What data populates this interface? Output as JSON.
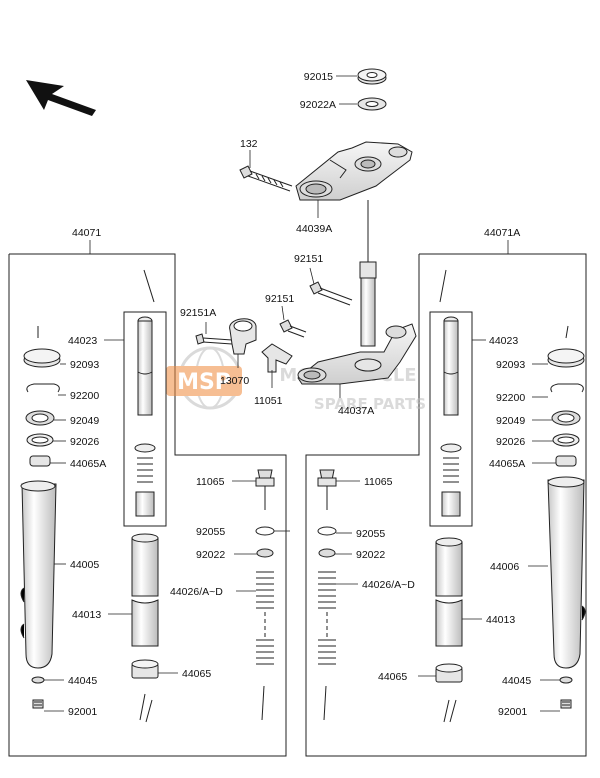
{
  "diagram": {
    "title": "",
    "labels": {
      "p92015": "92015",
      "p92022A": "92022A",
      "p132": "132",
      "p44039A": "44039A",
      "p44071": "44071",
      "p44071A": "44071A",
      "p92151_top": "92151",
      "p92151A": "92151A",
      "p92151_mid": "92151",
      "p13070": "13070",
      "p11051": "11051",
      "p44037A": "44037A",
      "L_44023": "44023",
      "L_92093": "92093",
      "L_92200": "92200",
      "L_92049": "92049",
      "L_92026": "92026",
      "L_44065A": "44065A",
      "L_44005": "44005",
      "L_44013": "44013",
      "L_44045": "44045",
      "L_92001": "92001",
      "L_11065": "11065",
      "L_92055": "92055",
      "L_92022": "92022",
      "L_44026": "44026/A~D",
      "L_44065": "44065",
      "R_44023": "44023",
      "R_92093": "92093",
      "R_92200": "92200",
      "R_92049": "92049",
      "R_92026": "92026",
      "R_44065A": "44065A",
      "R_44006": "44006",
      "R_44013": "44013",
      "R_44045": "44045",
      "R_92001": "92001",
      "R_11065": "11065",
      "R_92055": "92055",
      "R_92022": "92022",
      "R_44026": "44026/A~D",
      "R_44065": "44065"
    },
    "watermark": {
      "logo_text": "MSP",
      "line1": "MOTORCYCLE",
      "line2": "SPARE PARTS"
    },
    "colors": {
      "line": "#222222",
      "part_fill": "#e6e6e6",
      "watermark": "#f08a3c",
      "watermark_gray": "#bdbdbd"
    },
    "icons": [
      "direction-arrow-icon",
      "msp-logo-icon"
    ]
  }
}
